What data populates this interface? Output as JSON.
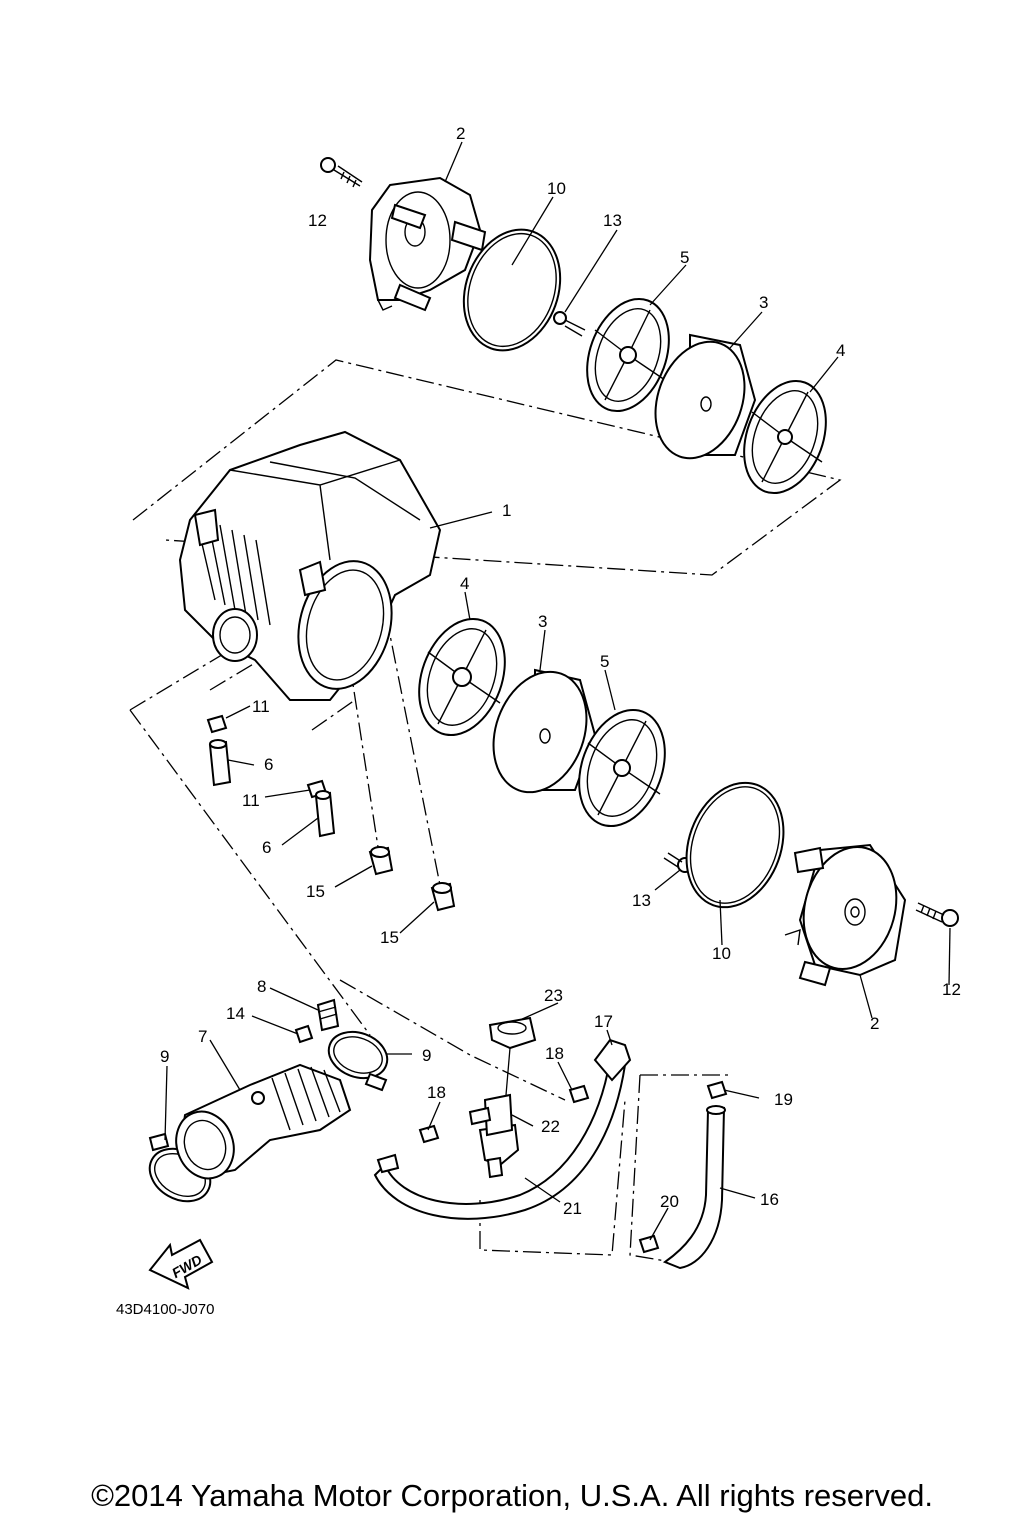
{
  "callouts": [
    "1",
    "2",
    "2",
    "3",
    "3",
    "4",
    "4",
    "5",
    "5",
    "6",
    "6",
    "7",
    "8",
    "9",
    "9",
    "10",
    "10",
    "11",
    "11",
    "12",
    "12",
    "13",
    "13",
    "14",
    "15",
    "15",
    "16",
    "17",
    "18",
    "18",
    "19",
    "20",
    "21",
    "22",
    "23"
  ],
  "fwd_label": "FWD",
  "drawing_code": "43D4100-J070",
  "copyright": "©2014 Yamaha Motor Corporation, U.S.A. All rights reserved."
}
